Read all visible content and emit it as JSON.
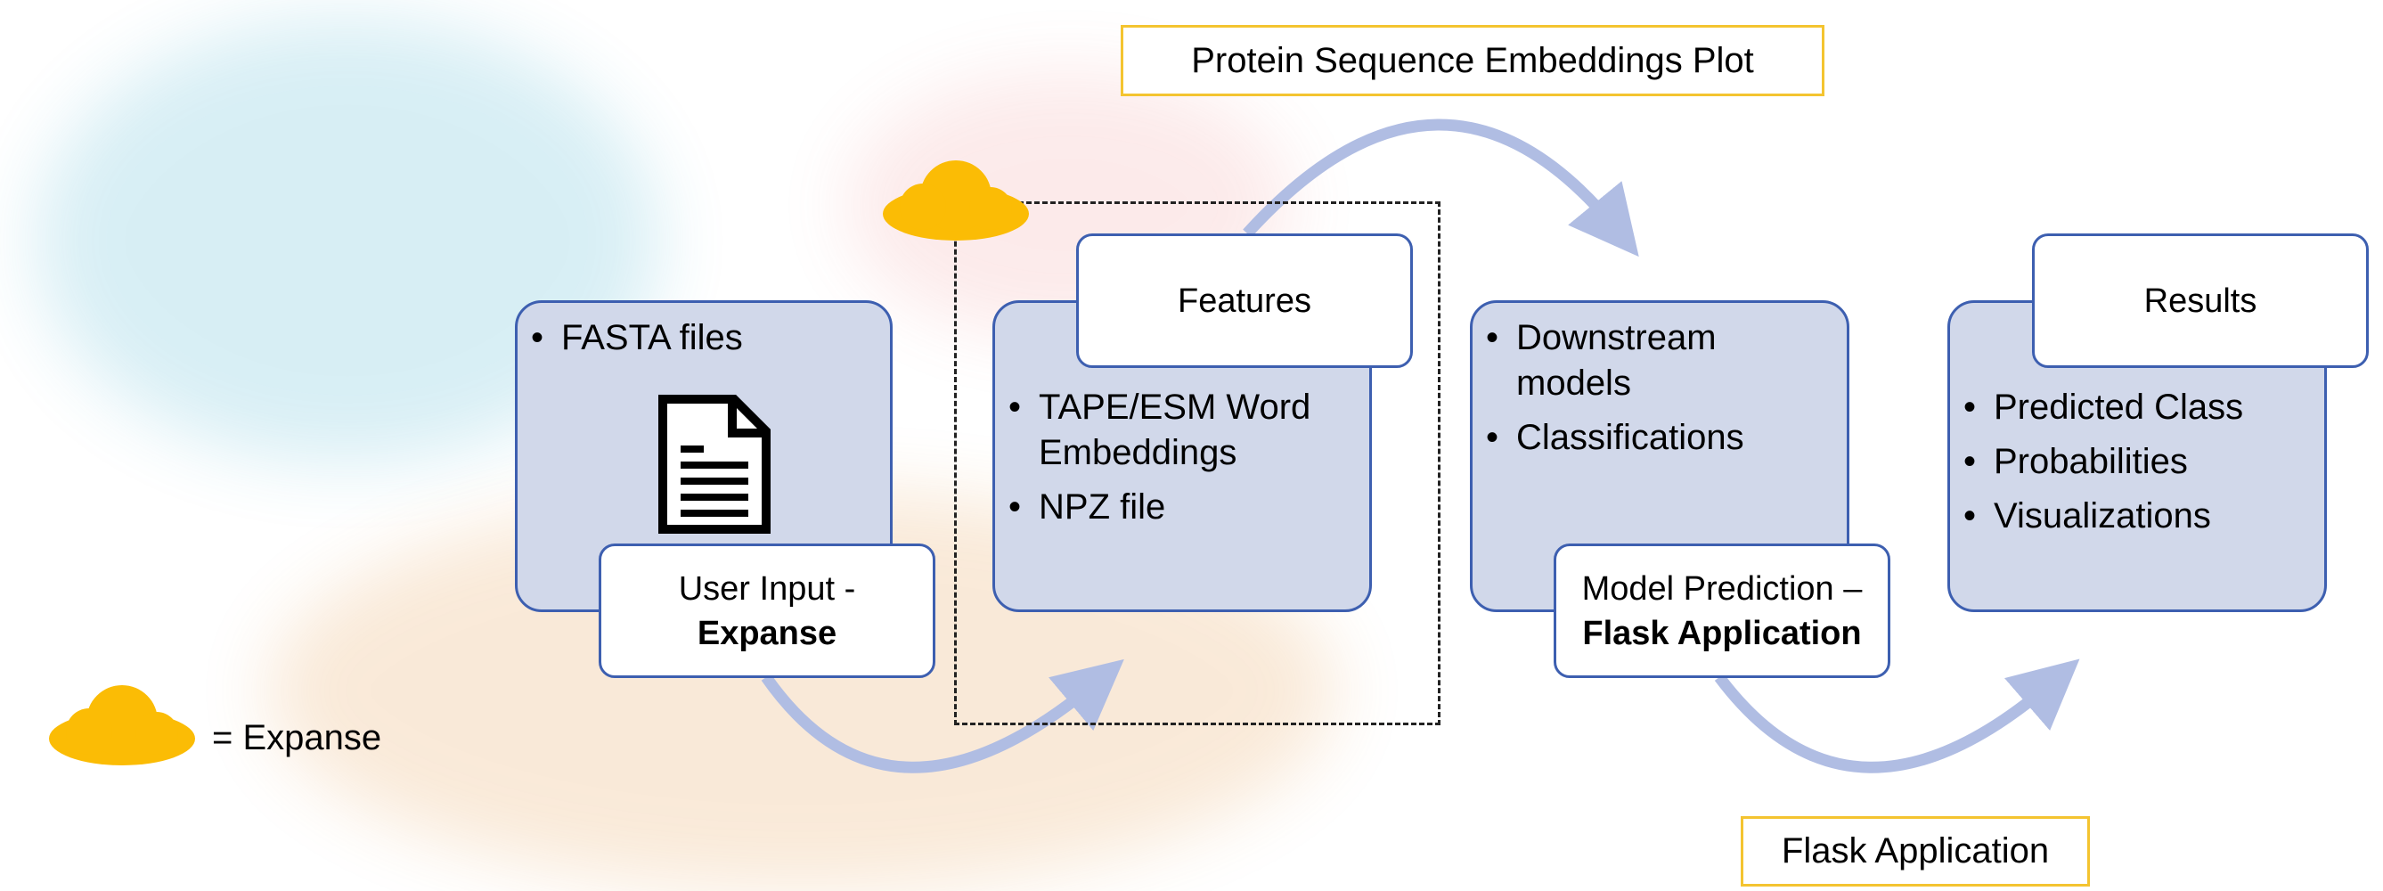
{
  "title_label": "Protein Sequence Embeddings Plot",
  "bottom_label": "Flask Application",
  "legend": {
    "text": "= Expanse",
    "icon": "cloud-icon",
    "color": "#fbbc05"
  },
  "colors": {
    "box_fill": "#d1d8ea",
    "box_border": "#3d5fb0",
    "arrow": "#b0bde3",
    "label_border": "#f4c430",
    "cloud": "#fbbc05"
  },
  "stages": [
    {
      "bullets": [
        "FASTA files"
      ],
      "tab_line1": "User Input -",
      "tab_line2_bold": "Expanse",
      "icon": "document-icon"
    },
    {
      "tab": "Features",
      "bullets": [
        "TAPE/ESM Word Embeddings",
        "NPZ file"
      ]
    },
    {
      "bullets": [
        "Downstream models",
        "Classifications"
      ],
      "tab_line1": "Model Prediction –",
      "tab_line2_bold": "Flask Application"
    },
    {
      "tab": "Results",
      "bullets": [
        "Predicted Class",
        "Probabilities",
        "Visualizations"
      ]
    }
  ]
}
